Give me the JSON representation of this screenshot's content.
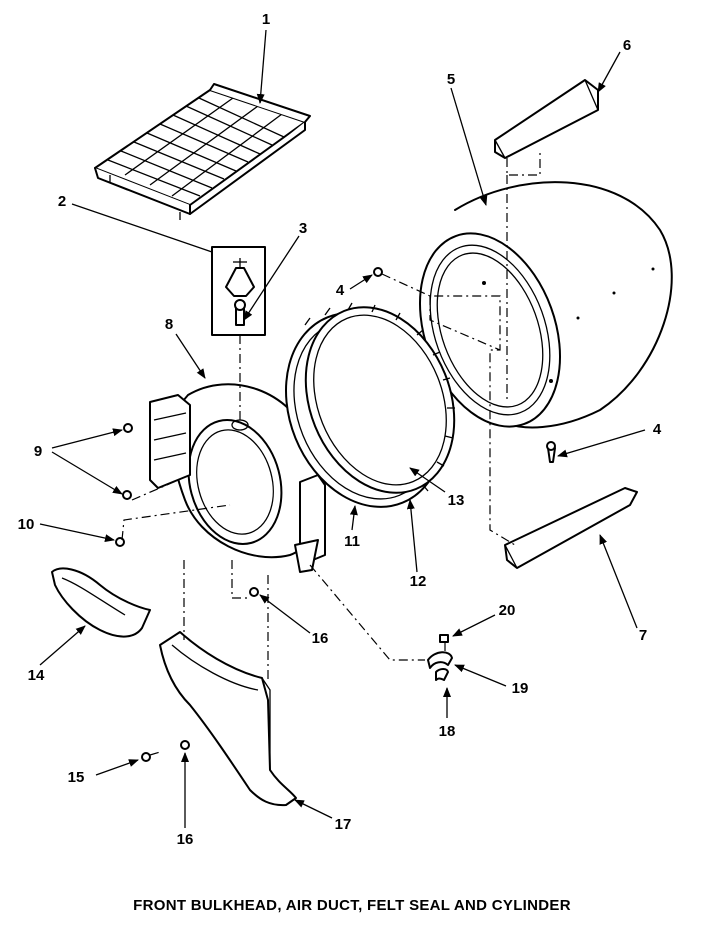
{
  "caption": "FRONT BULKHEAD, AIR DUCT, FELT SEAL AND CYLINDER",
  "callouts": {
    "c1": "1",
    "c2": "2",
    "c3": "3",
    "c4a": "4",
    "c4b": "4",
    "c5": "5",
    "c6": "6",
    "c7": "7",
    "c8": "8",
    "c9": "9",
    "c10": "10",
    "c11": "11",
    "c12": "12",
    "c13": "13",
    "c14": "14",
    "c15": "15",
    "c16a": "16",
    "c16b": "16",
    "c17": "17",
    "c18": "18",
    "c19": "19",
    "c20": "20"
  }
}
